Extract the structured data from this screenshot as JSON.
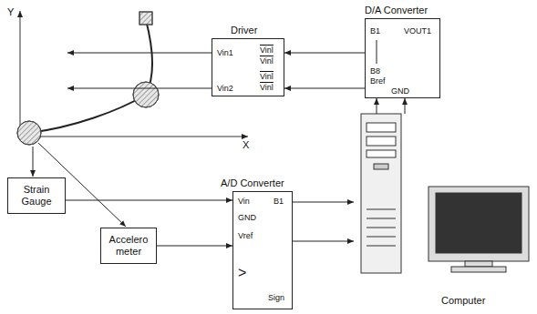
{
  "diagram": {
    "nodes": [
      {
        "text": [
          "Driver",
          "Vin1",
          "Vin2",
          "Vinl",
          "Vinl",
          "Vinl",
          "Vinl"
        ]
      },
      {
        "text": [
          "D/A Converter",
          "B1",
          "VOUT1",
          "B8",
          "Bref",
          "GND"
        ]
      },
      {
        "text": [
          "Strain Gauge"
        ]
      },
      {
        "text": [
          "A/D Converter",
          "Vin",
          "B1",
          "GND",
          "Vref",
          ">",
          "Sign"
        ]
      },
      {
        "text": [
          "Accelero meter"
        ]
      },
      {
        "text": [
          "Computer"
        ]
      }
    ],
    "edges": [
      {
        "from": 2,
        "to": 3,
        "arrow": "to"
      },
      {
        "from": 4,
        "to": 3,
        "arrow": "to"
      },
      {
        "from": 3,
        "to": 5,
        "arrow": "to"
      },
      {
        "from": 3,
        "to": 5,
        "arrow": "to"
      },
      {
        "from": 5,
        "to": 1,
        "arrow": "to"
      },
      {
        "from": 5,
        "to": 1,
        "arrow": "to"
      },
      {
        "from": 1,
        "to": 0,
        "arrow": "to"
      },
      {
        "from": 1,
        "to": 0,
        "arrow": "to"
      }
    ],
    "labels": [
      "Y",
      "X"
    ]
  }
}
